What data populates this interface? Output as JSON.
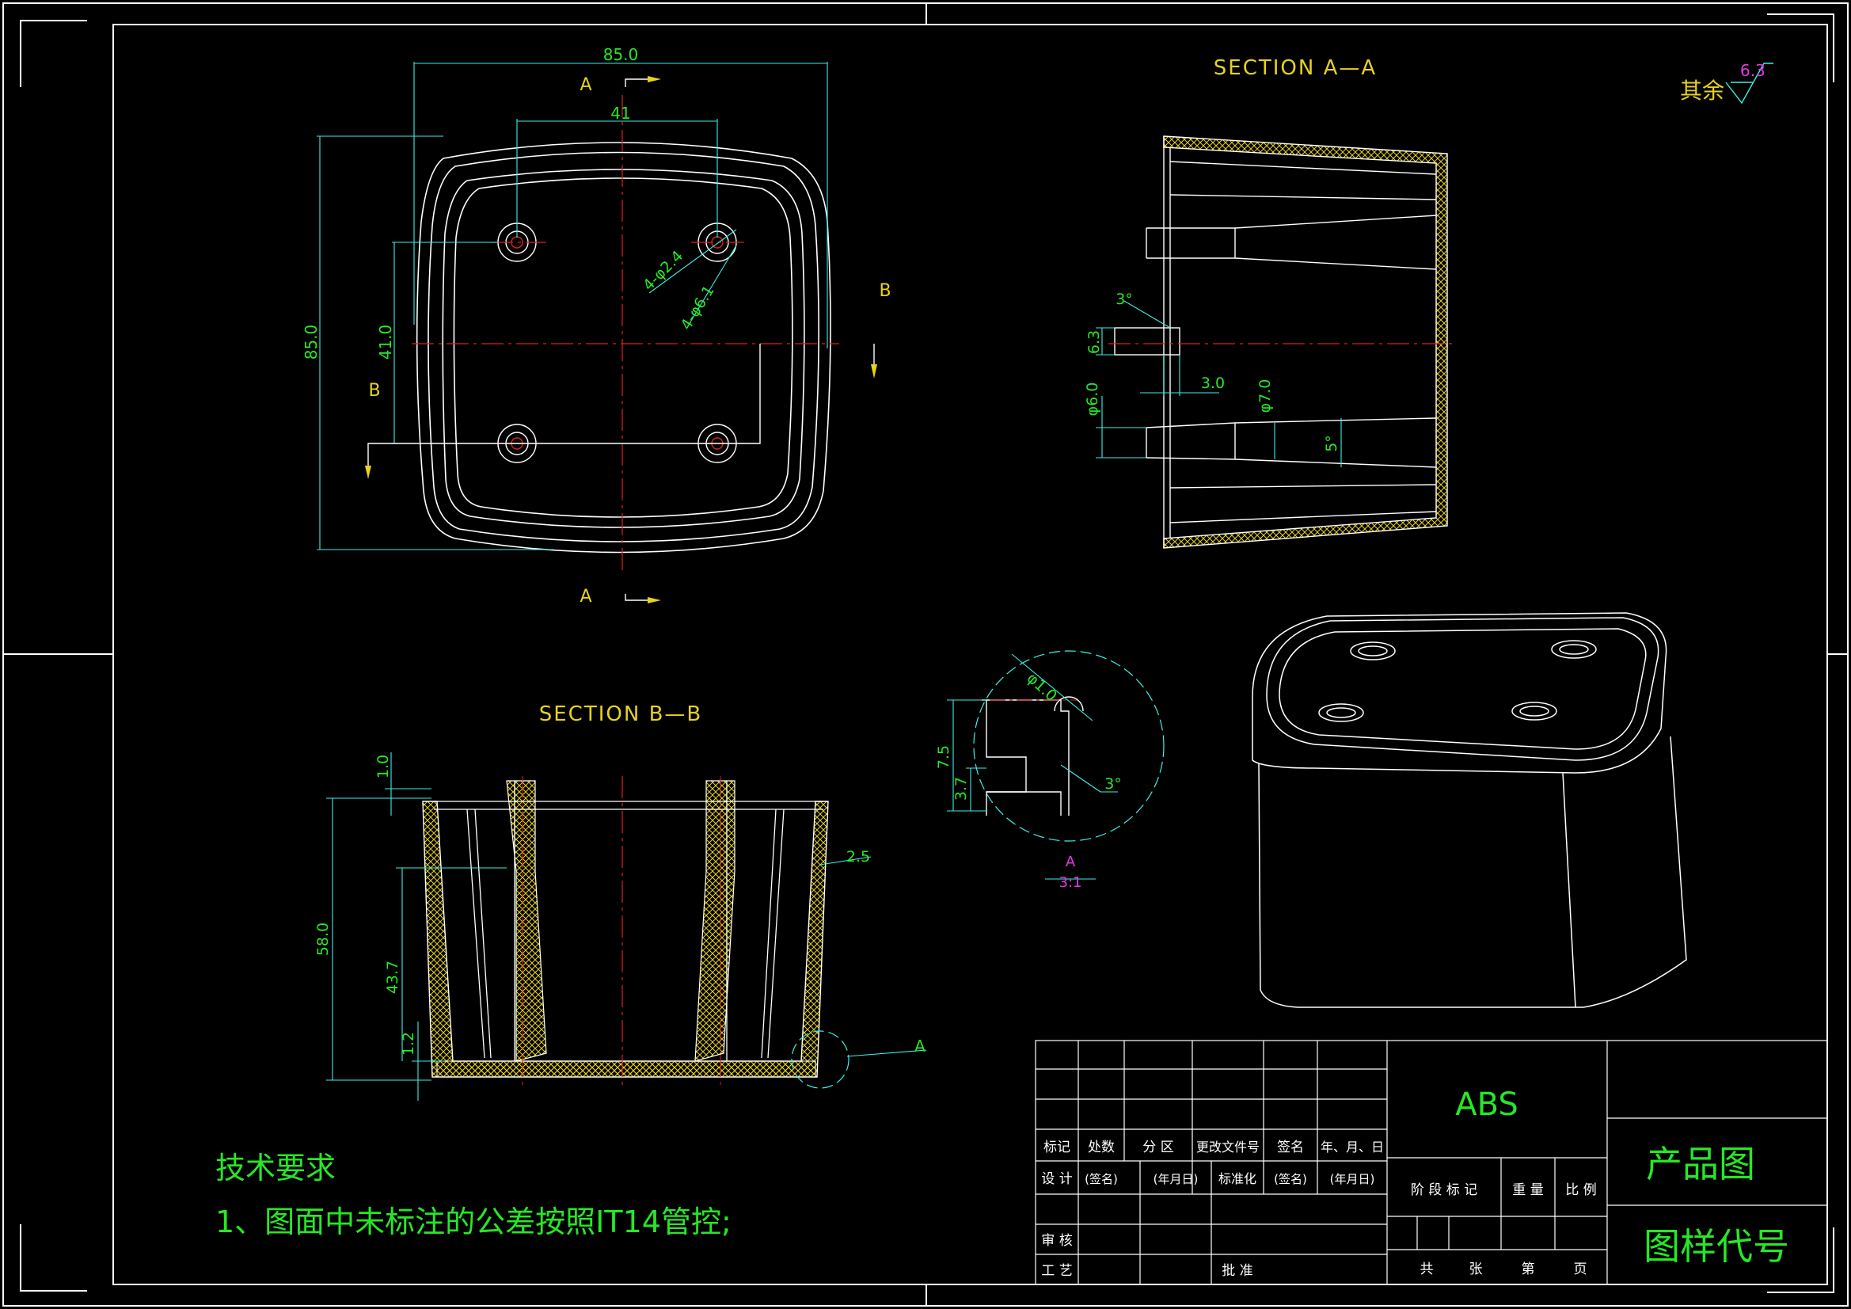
{
  "sheet": {
    "material": "ABS",
    "drawing_type": "产品图",
    "drawing_code": "图样代号",
    "roughness_note": "其余",
    "roughness_value": "6.3"
  },
  "views": {
    "top": {
      "dim_width": "85.0",
      "dim_inner": "41",
      "dim_height": "85.0",
      "dim_inner_v": "41.0",
      "hole_dim_1": "4-φ2.4",
      "hole_dim_2": "4-φ6.1",
      "label_a_top": "A",
      "label_a_bottom": "A",
      "label_b_right": "B",
      "label_b_left": "B"
    },
    "section_aa": {
      "title": "SECTION  A—A",
      "dim_angle": "3°",
      "dim_boss": "6.3",
      "dim_depth": "3.0",
      "dim_d6": "φ6.0",
      "dim_d7": "φ7.0",
      "dim_taper": "5°"
    },
    "section_bb": {
      "title": "SECTION  B—B",
      "dim_lip": "1.0",
      "dim_total": "58.0",
      "dim_inner": "43.7",
      "dim_base": "1.2",
      "dim_wall": "2.5",
      "detail_callout": "A"
    },
    "detail_a": {
      "dim_dia": "φ1.0",
      "dim_75": "7.5",
      "dim_37": "3.7",
      "dim_angle": "3°",
      "label": "A",
      "scale": "3:1"
    }
  },
  "notes": {
    "title": "技术要求",
    "line1": "1、图面中未标注的公差按照IT14管控;"
  },
  "title_block": {
    "row_labels_1": [
      "标记",
      "处数",
      "分 区",
      "更改文件号",
      "签名",
      "年、月、日"
    ],
    "row_labels_2": [
      "设 计",
      "(签名)",
      "(年月日)",
      "标准化",
      "(签名)",
      "(年月日)"
    ],
    "audit": "审 核",
    "process": "工 艺",
    "approve": "批 准",
    "stage_labels": [
      "阶 段 标 记",
      "重 量",
      "比 例"
    ],
    "sheet_labels": [
      "共",
      "张",
      "第",
      "页"
    ]
  },
  "colors": {
    "frame": "#ffffff",
    "dimension": "#26e826",
    "centerline": "#e01e1e",
    "hatch": "#e8d21e",
    "leader": "#3cf0e6",
    "title_text": "#26e826"
  }
}
